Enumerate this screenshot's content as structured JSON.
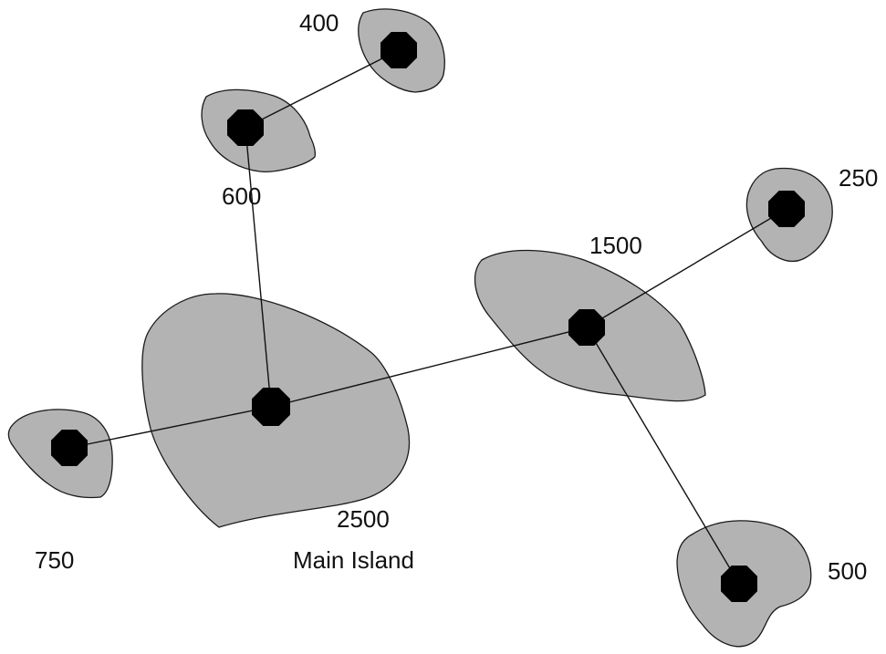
{
  "diagram": {
    "islands": [
      {
        "id": "main",
        "population": "2500",
        "name": "Main Island"
      },
      {
        "id": "i1500",
        "population": "1500",
        "name": ""
      },
      {
        "id": "i750",
        "population": "750",
        "name": ""
      },
      {
        "id": "i600",
        "population": "600",
        "name": ""
      },
      {
        "id": "i400",
        "population": "400",
        "name": ""
      },
      {
        "id": "i250",
        "population": "250",
        "name": ""
      },
      {
        "id": "i500",
        "population": "500",
        "name": ""
      }
    ],
    "connections": [
      [
        "i400",
        "i600"
      ],
      [
        "i600",
        "main"
      ],
      [
        "i750",
        "main"
      ],
      [
        "main",
        "i1500"
      ],
      [
        "i1500",
        "i250"
      ],
      [
        "i1500",
        "i500"
      ]
    ]
  }
}
